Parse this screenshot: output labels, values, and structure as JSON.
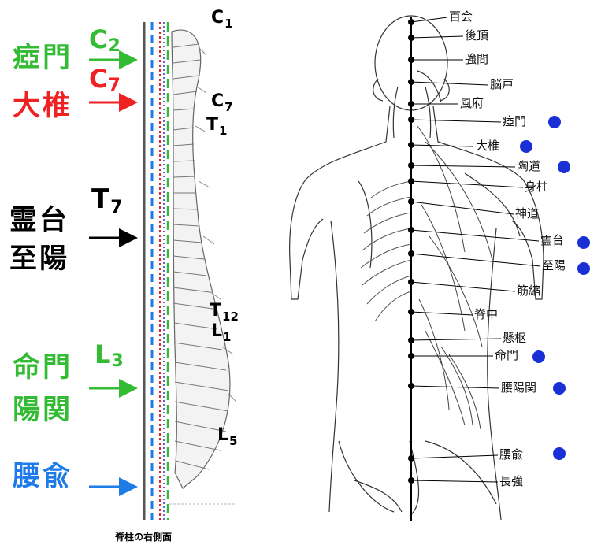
{
  "colors": {
    "green": "#33bb33",
    "red": "#ee2222",
    "black": "#000000",
    "blue": "#1e7be8",
    "point_dot": "#1a2fd6"
  },
  "left": {
    "points": {
      "chimon": "瘂門",
      "daitsui": "大椎",
      "reidai": "霊台",
      "shiyo": "至陽",
      "meimon": "命門",
      "yokan": "陽関",
      "yoyu": "腰兪"
    },
    "segments": [
      {
        "letter": "C",
        "num": "2"
      },
      {
        "letter": "C",
        "num": "7"
      },
      {
        "letter": "T",
        "num": "7"
      },
      {
        "letter": "L",
        "num": "3"
      }
    ],
    "spine_labels": [
      {
        "letter": "C",
        "num": "1"
      },
      {
        "letter": "C",
        "num": "7"
      },
      {
        "letter": "T",
        "num": "1"
      },
      {
        "letter": "T",
        "num": "12"
      },
      {
        "letter": "L",
        "num": "1"
      },
      {
        "letter": "L",
        "num": "5"
      }
    ],
    "caption": "脊柱の右側面"
  },
  "right": {
    "points": [
      {
        "label": "百会",
        "dot": false
      },
      {
        "label": "後頂",
        "dot": false
      },
      {
        "label": "強間",
        "dot": false
      },
      {
        "label": "脳戸",
        "dot": false
      },
      {
        "label": "風府",
        "dot": false
      },
      {
        "label": "瘂門",
        "dot": true
      },
      {
        "label": "大椎",
        "dot": true
      },
      {
        "label": "陶道",
        "dot": true
      },
      {
        "label": "身柱",
        "dot": false
      },
      {
        "label": "神道",
        "dot": false
      },
      {
        "label": "霊台",
        "dot": true
      },
      {
        "label": "至陽",
        "dot": true
      },
      {
        "label": "筋縮",
        "dot": false
      },
      {
        "label": "脊中",
        "dot": false
      },
      {
        "label": "懸枢",
        "dot": false
      },
      {
        "label": "命門",
        "dot": true
      },
      {
        "label": "腰陽関",
        "dot": true
      },
      {
        "label": "腰兪",
        "dot": true
      },
      {
        "label": "長強",
        "dot": false
      }
    ]
  }
}
